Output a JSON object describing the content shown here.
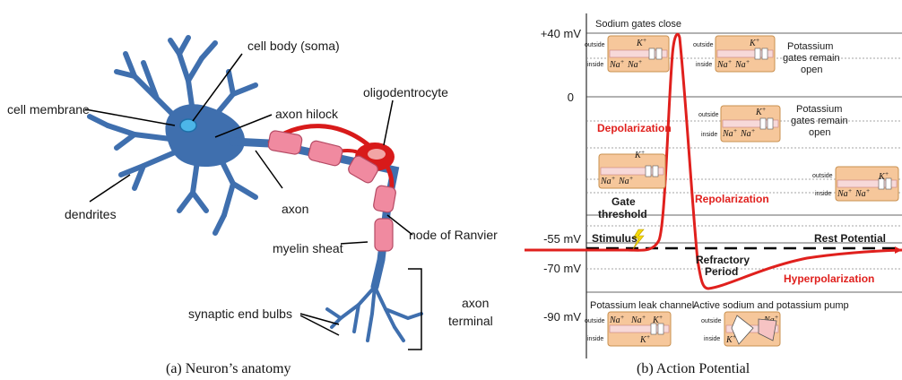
{
  "colors": {
    "neuron_blue": "#3f6fae",
    "neuron_light": "#6e9bd4",
    "myelin_pink": "#f08aa0",
    "axon_red": "#d81a1a",
    "ap_red": "#e0201d",
    "box_fill": "#f6c79b",
    "box_border": "#c8904f"
  },
  "left": {
    "caption": "(a)  Neuron’s anatomy",
    "labels": {
      "cell_body": "cell body (soma)",
      "cell_membrane": "cell membrane",
      "axon_hilock": "axon hilock",
      "oligo": "oligodentrocyte",
      "dendrites": "dendrites",
      "axon": "axon",
      "node": "node of Ranvier",
      "myelin": "myelin sheat",
      "syn": "synaptic end bulbs",
      "terminal1": "axon",
      "terminal2": "terminal"
    }
  },
  "right": {
    "caption": "(b)  Action Potential",
    "y_ticks": [
      "+40 mV",
      "0",
      "-55 mV",
      "-70 mV",
      "-90 mV"
    ],
    "labels": {
      "sodium_close": "Sodium gates close",
      "k_open1a": "Potassium",
      "k_open1b": "gates remain",
      "k_open1c": "open",
      "k_open2a": "Potassium",
      "k_open2b": "gates remain",
      "k_open2c": "open",
      "depol": "Depolarization",
      "repol": "Repolarization",
      "gate1": "Gate",
      "gate2": "threshold",
      "stimulus": "Stimulus",
      "rest": "Rest Potential",
      "refr1": "Refractory",
      "refr2": "Period",
      "hyper": "Hyperpolarization",
      "leak": "Potassium leak channel",
      "pump": "Active sodium and potassium pump",
      "outside": "outside",
      "inside": "inside"
    },
    "ions": {
      "na": "Na",
      "k": "K",
      "plus": "+"
    }
  }
}
